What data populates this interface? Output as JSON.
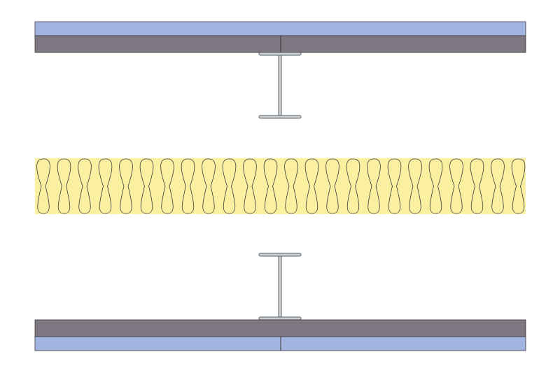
{
  "colors": {
    "background": "#ffffff",
    "board_blue": "#a3b4e0",
    "board_grey": "#7d7882",
    "outline": "#3a3a3a",
    "stud_fill": "#c9cfd2",
    "stud_stroke": "#5a6064",
    "insulation_fill": "#faf0a0",
    "insulation_stroke": "#3a3a3a"
  },
  "layers": {
    "top_boards": [
      "plasterboard-outer",
      "plasterboard-inner"
    ],
    "insulation": "mineral-wool",
    "bottom_boards": [
      "plasterboard-inner",
      "plasterboard-outer"
    ]
  },
  "insulation_loops": 24
}
